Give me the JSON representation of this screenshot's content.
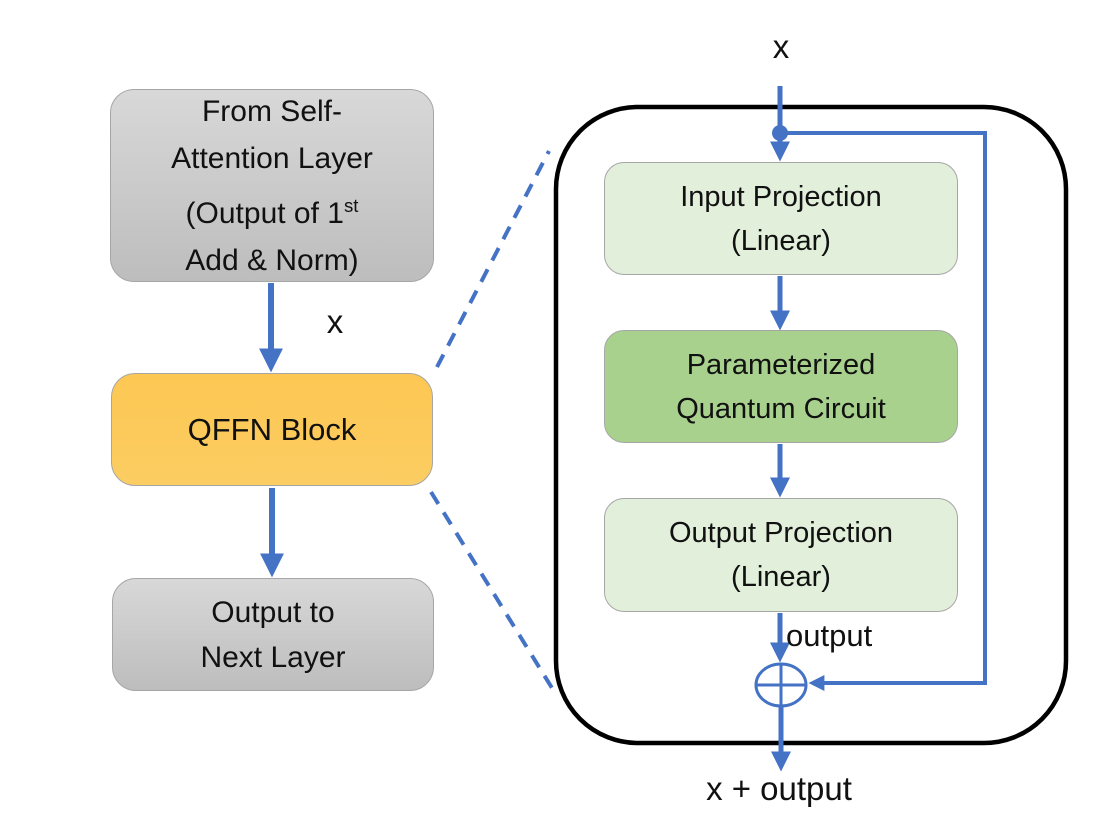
{
  "diagram": {
    "title_meaning": "QFFN Block detail diagram",
    "left": {
      "from_box": {
        "line1": "From Self-",
        "line2": "Attention Layer",
        "line3_main": "(Output of 1",
        "line3_sup": "st",
        "line4": "Add & Norm)"
      },
      "arrow_label": "x",
      "qffn_label": "QFFN Block",
      "output_box": {
        "line1": "Output to",
        "line2": "Next Layer"
      }
    },
    "right": {
      "input_label": "x",
      "input_projection": {
        "line1": "Input Projection",
        "line2": "(Linear)"
      },
      "quantum_circuit": {
        "line1": "Parameterized",
        "line2": "Quantum Circuit"
      },
      "output_projection": {
        "line1": "Output Projection",
        "line2": "(Linear)"
      },
      "output_label": "output",
      "sum_label": "x + output",
      "plus_icon": "circled-plus"
    }
  },
  "colors": {
    "arrow_blue": "#4472C4",
    "box_gray_top": "#D8D8D8",
    "box_gray_bottom": "#BDBDBD",
    "qffn_yellow_top": "#FDC753",
    "qffn_yellow_bottom": "#FBCD62",
    "light_green": "#E2EFDA",
    "medium_green": "#A9D18E",
    "outline_black": "#000000"
  }
}
